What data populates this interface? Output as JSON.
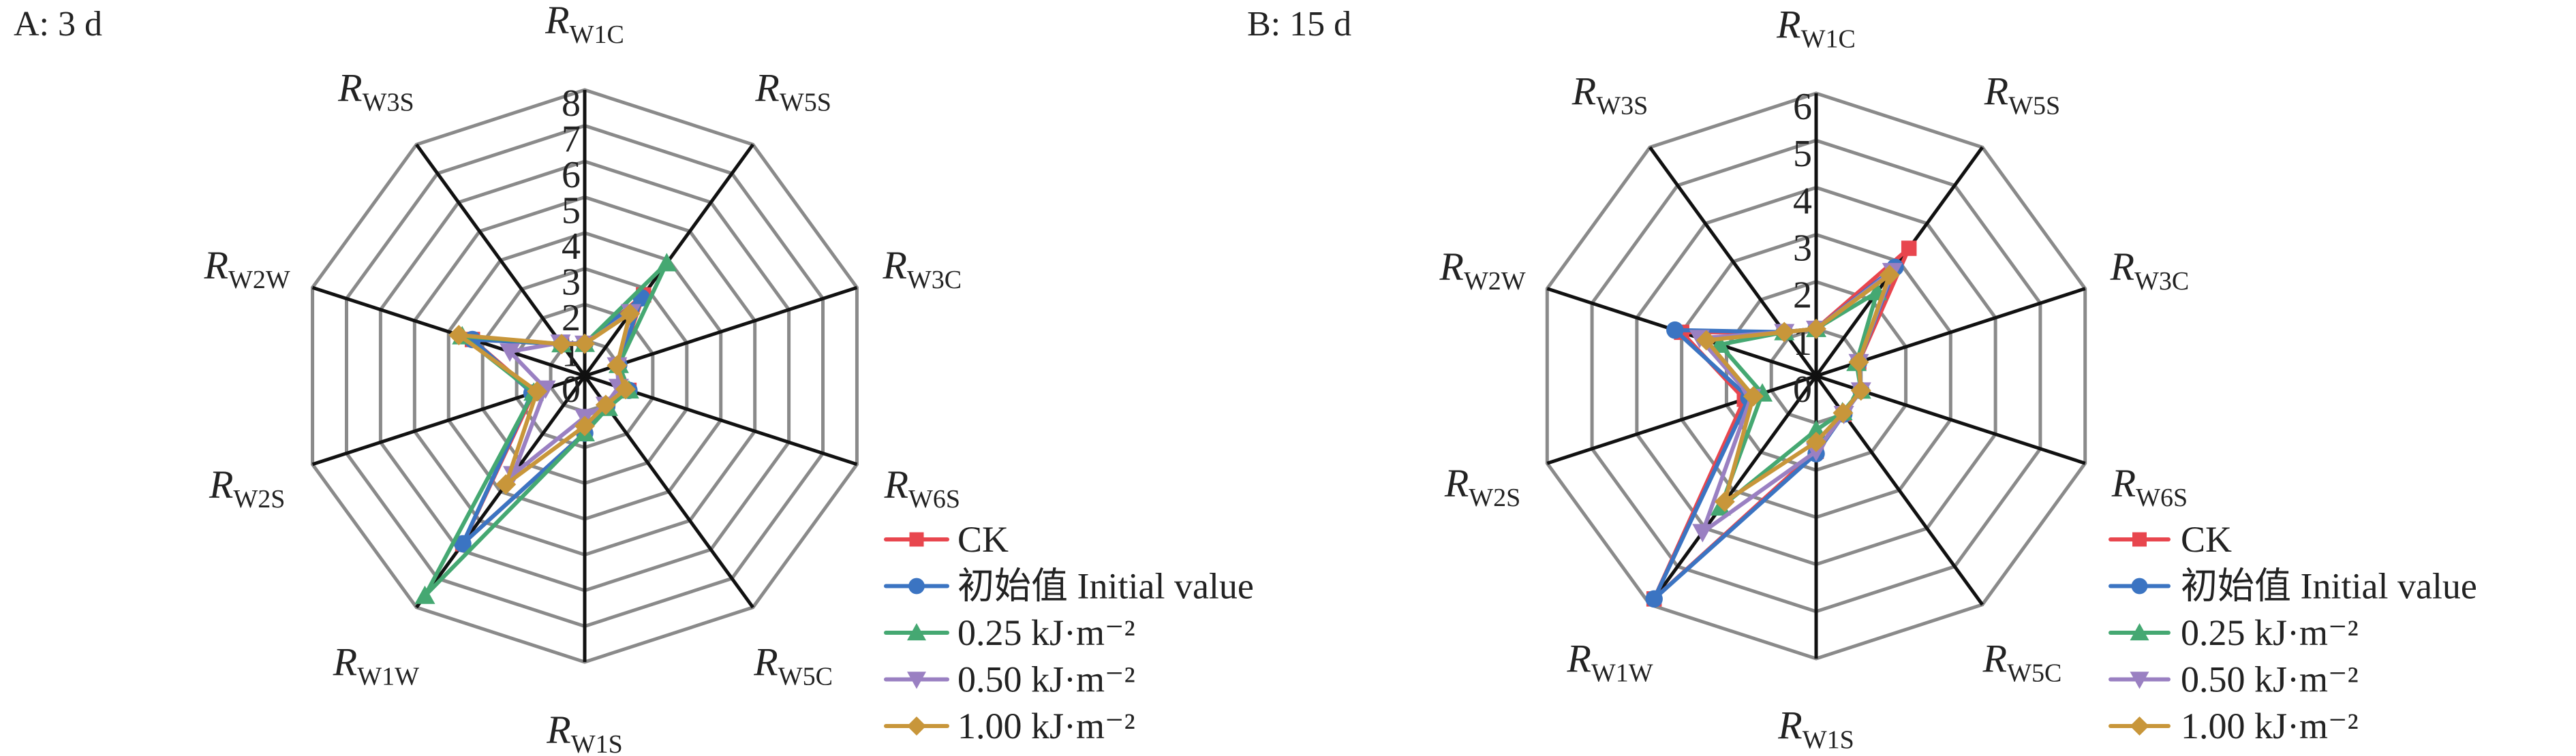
{
  "chart_data": [
    {
      "type": "radar",
      "title": "A: 3 d",
      "rmax": 8,
      "ticks": [
        0,
        1,
        2,
        3,
        4,
        5,
        6,
        7,
        8
      ],
      "axes": [
        {
          "main": "R",
          "sub": "W1C"
        },
        {
          "main": "R",
          "sub": "W5S"
        },
        {
          "main": "R",
          "sub": "W3C"
        },
        {
          "main": "R",
          "sub": "W6S"
        },
        {
          "main": "R",
          "sub": "W5C"
        },
        {
          "main": "R",
          "sub": "W1S"
        },
        {
          "main": "R",
          "sub": "W1W"
        },
        {
          "main": "R",
          "sub": "W2S"
        },
        {
          "main": "R",
          "sub": "W2W"
        },
        {
          "main": "R",
          "sub": "W3S"
        }
      ],
      "series": [
        {
          "name": "CK",
          "values": [
            0.9,
            2.8,
            1.0,
            1.3,
            1.05,
            1.6,
            5.8,
            1.5,
            3.3,
            1.1
          ]
        },
        {
          "name": "初始值 Initial value",
          "values": [
            0.9,
            2.7,
            1.0,
            1.3,
            1.05,
            1.6,
            5.8,
            1.55,
            3.3,
            1.1
          ]
        },
        {
          "name": "0.25 kJ·m⁻²",
          "values": [
            0.9,
            3.9,
            1.0,
            1.3,
            1.1,
            1.6,
            7.6,
            1.5,
            3.6,
            1.1
          ]
        },
        {
          "name": "0.50 kJ·m⁻²",
          "values": [
            0.9,
            2.2,
            0.95,
            1.0,
            1.0,
            1.15,
            3.4,
            1.15,
            2.2,
            1.15
          ]
        },
        {
          "name": "1.00 kJ·m⁻²",
          "values": [
            0.9,
            2.15,
            0.95,
            1.2,
            1.0,
            1.4,
            3.75,
            1.4,
            3.7,
            1.1
          ]
        }
      ],
      "legend_position": "bottom-right"
    },
    {
      "type": "radar",
      "title": "B: 15 d",
      "rmax": 6,
      "ticks": [
        0,
        1,
        2,
        3,
        4,
        5,
        6
      ],
      "axes": [
        {
          "main": "R",
          "sub": "W1C"
        },
        {
          "main": "R",
          "sub": "W5S"
        },
        {
          "main": "R",
          "sub": "W3C"
        },
        {
          "main": "R",
          "sub": "W6S"
        },
        {
          "main": "R",
          "sub": "W5C"
        },
        {
          "main": "R",
          "sub": "W1S"
        },
        {
          "main": "R",
          "sub": "W1W"
        },
        {
          "main": "R",
          "sub": "W2S"
        },
        {
          "main": "R",
          "sub": "W2W"
        },
        {
          "main": "R",
          "sub": "W3S"
        }
      ],
      "series": [
        {
          "name": "CK",
          "values": [
            1.0,
            3.35,
            0.95,
            1.0,
            1.0,
            1.6,
            5.85,
            1.6,
            3.0,
            1.15
          ]
        },
        {
          "name": "初始值 Initial value",
          "values": [
            1.0,
            2.85,
            0.95,
            1.0,
            1.0,
            1.65,
            5.85,
            1.5,
            3.15,
            1.15
          ]
        },
        {
          "name": "0.25 kJ·m⁻²",
          "values": [
            1.0,
            2.2,
            0.9,
            1.0,
            0.95,
            1.15,
            3.45,
            1.2,
            2.15,
            1.15
          ]
        },
        {
          "name": "0.50 kJ·m⁻²",
          "values": [
            1.0,
            2.75,
            0.95,
            1.0,
            1.0,
            1.6,
            4.1,
            1.45,
            2.6,
            1.15
          ]
        },
        {
          "name": "1.00 kJ·m⁻²",
          "values": [
            1.0,
            2.65,
            0.95,
            1.0,
            0.97,
            1.4,
            3.3,
            1.4,
            2.45,
            1.15
          ]
        }
      ],
      "legend_position": "bottom-right"
    }
  ],
  "series_style": [
    {
      "color": "#e8464e",
      "marker": "square"
    },
    {
      "color": "#3b74c2",
      "marker": "circle"
    },
    {
      "color": "#45a872",
      "marker": "triangle-up"
    },
    {
      "color": "#9a80c2",
      "marker": "triangle-down"
    },
    {
      "color": "#c8963a",
      "marker": "diamond"
    }
  ]
}
